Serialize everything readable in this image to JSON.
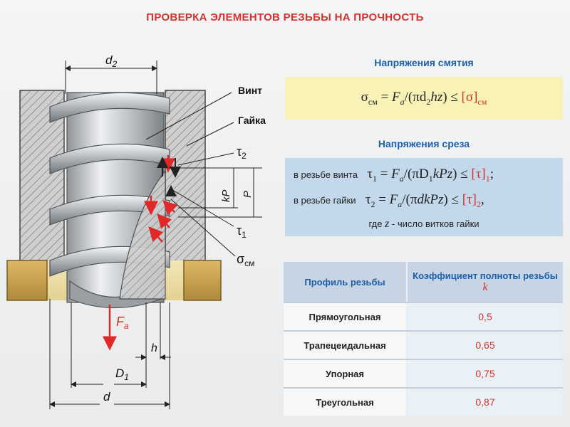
{
  "page_title": "ПРОВЕРКА ЭЛЕМЕНТОВ РЕЗЬБЫ НА ПРОЧНОСТЬ",
  "diagram": {
    "labels": {
      "screw": "Винт",
      "nut": "Гайка",
      "tau2": "τ",
      "tau2_sub": "2",
      "tau1": "τ",
      "tau1_sub": "1",
      "sigma": "σ",
      "sigma_sub": "см",
      "d2": "d",
      "d2_sub": "2",
      "d": "d",
      "D1": "D",
      "D1_sub": "1",
      "h": "h",
      "kP": "kP",
      "P": "P",
      "force": "F",
      "force_sub": "a"
    }
  },
  "crushing": {
    "title": "Напряжения смятия",
    "formula": {
      "sigma": "σ",
      "sigma_sub": "см",
      "eq": " = ",
      "F": "F",
      "F_sub": "a",
      "mid": "/(πd",
      "d_sub": "2",
      "hz": "hz",
      "close": ") ≤ ",
      "rhs": "[σ]",
      "rhs_sub": "см"
    }
  },
  "shear": {
    "title": "Напряжения среза",
    "screw_label": "в резьбе винта",
    "nut_label": "в резьбе гайки",
    "f1": {
      "tau": "τ",
      "tau_sub": "1",
      "eq": " = ",
      "F": "F",
      "F_sub": "a",
      "mid": "/(πD",
      "D_sub": "1",
      "kPz": "kPz",
      "close": ") ≤ ",
      "rhs": "[τ]",
      "rhs_sub": "1",
      "tail": ";"
    },
    "f2": {
      "tau": "τ",
      "tau_sub": "2",
      "eq": " = ",
      "F": "F",
      "F_sub": "a",
      "mid": "/(π",
      "dkPz": "dkPz",
      "close": ") ≤ ",
      "rhs": "[τ]",
      "rhs_sub": "2",
      "tail": ","
    },
    "note_prefix": "где ",
    "note_z": "z",
    "note_rest": " - число витков гайки"
  },
  "table": {
    "headers": [
      "Профиль резьбы",
      "Коэффициент полноты резьбы"
    ],
    "header_k": "k",
    "rows": [
      {
        "profile": "Прямоугольная",
        "k": "0,5"
      },
      {
        "profile": "Трапецеидальная",
        "k": "0,65"
      },
      {
        "profile": "Упорная",
        "k": "0,75"
      },
      {
        "profile": "Треугольная",
        "k": "0,87"
      }
    ]
  },
  "colors": {
    "title_red": "#d0342c",
    "heading_blue": "#1d5fa8",
    "formula_box_yellow": "#f9f2b6",
    "formula_box_blue": "#c3d8ea",
    "nut_hatch": "#c4c4c4",
    "washer_gold": "#c9a14a"
  }
}
